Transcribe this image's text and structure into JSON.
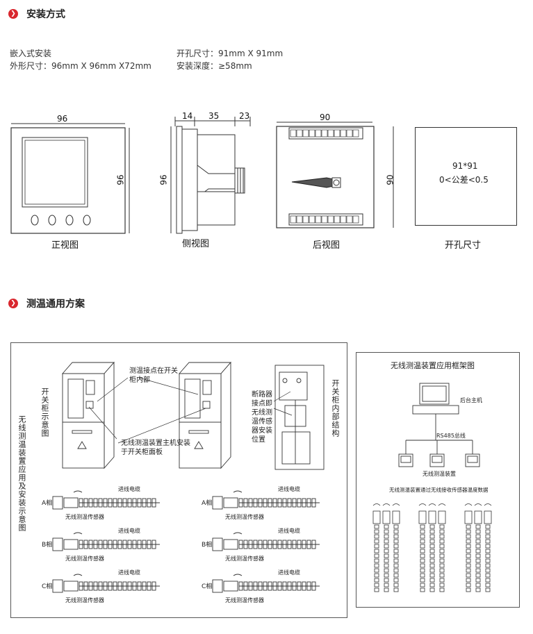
{
  "section1": {
    "title": "安装方式",
    "spec_left": [
      "嵌入式安装",
      "外形尺寸：96mm X 96mm X72mm"
    ],
    "spec_right": [
      "开孔尺寸：91mm X 91mm",
      "安装深度：≥58mm"
    ]
  },
  "views": {
    "front": {
      "caption": "正视图",
      "width": "96",
      "height": "96"
    },
    "side": {
      "caption": "侧视图",
      "d1": "14",
      "d2": "35",
      "d3": "23",
      "height": "96"
    },
    "rear": {
      "caption": "后视图",
      "width": "90",
      "height": "90"
    },
    "cutout": {
      "caption": "开孔尺寸",
      "line1": "91*91",
      "line2": "0<公差<0.5"
    }
  },
  "section2": {
    "title": "测温通用方案"
  },
  "left_panel": {
    "vertical_title": "无线测温装置应用及安装示意图",
    "label_cabinet": "开关柜示意图",
    "label_inside": "开关柜内部结构",
    "label_contact": "测温接点在开关柜内部",
    "label_host": "无线测温装置主机安装于开关柜面板",
    "label_breaker": "断路器接点即无线测温传感器安装位置",
    "sensor_rows": [
      {
        "phase": "A相",
        "cable": "进线电缆",
        "sensor": "无线测温传感器"
      },
      {
        "phase": "B相",
        "cable": "进线电缆",
        "sensor": "无线测温传感器"
      },
      {
        "phase": "C相",
        "cable": "进线电缆",
        "sensor": "无线测温传感器"
      }
    ]
  },
  "right_panel": {
    "title": "无线测温装置应用框架图",
    "host": "后台主机",
    "bus": "RS485总线",
    "device": "无线测温装置",
    "note": "无线测温装置通过无线接收传感器温度数据"
  }
}
